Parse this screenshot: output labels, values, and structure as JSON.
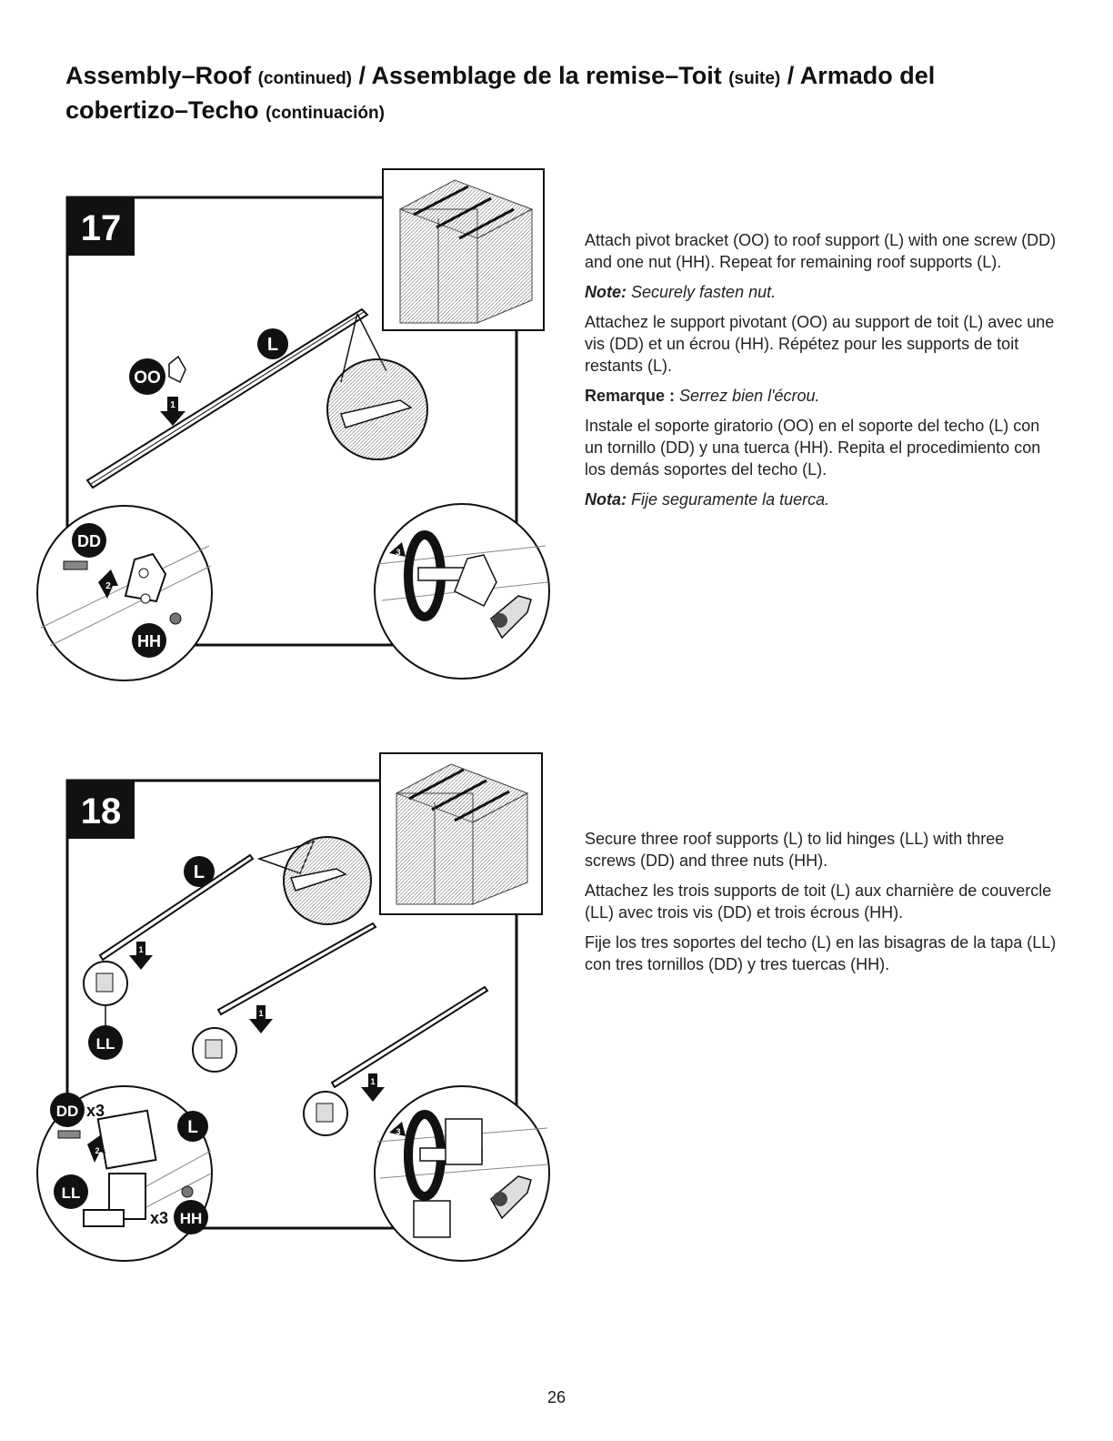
{
  "header": {
    "en": "Assembly–Roof",
    "en_cont": "(continued)",
    "sep1": " / ",
    "fr": "Assemblage de la remise–Toit",
    "fr_cont": "(suite)",
    "sep2": " / ",
    "es": "Armado del cobertizo–Techo",
    "es_cont": "(continuación)"
  },
  "step17": {
    "number": "17",
    "labels": {
      "oo": "OO",
      "l": "L",
      "dd": "DD",
      "hh": "HH"
    },
    "arrows": {
      "a1": "1",
      "a2": "2",
      "a3": "3"
    },
    "en": "Attach pivot bracket (OO) to roof support (L) with one screw  (DD) and one nut (HH). Repeat for remaining roof supports (L).",
    "en_note_label": "Note:",
    "en_note": "Securely fasten nut.",
    "fr": "Attachez le support pivotant (OO) au support de toit (L) avec une vis (DD) et un écrou (HH). Répétez pour les supports de toit restants (L).",
    "fr_note_label": "Remarque :",
    "fr_note": "Serrez bien l'écrou.",
    "es": "Instale el soporte giratorio (OO) en el soporte del techo (L) con un tornillo (DD) y una tuerca (HH). Repita el procedimiento con los demás soportes del techo (L).",
    "es_note_label": "Nota:",
    "es_note": "Fije seguramente la tuerca."
  },
  "step18": {
    "number": "18",
    "labels": {
      "l": "L",
      "ll": "LL",
      "dd": "DD",
      "hh": "HH",
      "x3a": "x3",
      "x3b": "x3"
    },
    "arrows": {
      "a1": "1",
      "a2": "2",
      "a3": "3"
    },
    "en": "Secure three roof supports (L) to lid hinges (LL) with three screws (DD) and three nuts (HH).",
    "fr": "Attachez les trois supports de toit (L) aux charnière de couvercle (LL) avec trois vis (DD) et trois écrous (HH).",
    "es": "Fije los tres soportes del techo (L) en las bisagras de la tapa (LL) con tres tornillos (DD) y tres tuercas (HH)."
  },
  "page_number": "26"
}
